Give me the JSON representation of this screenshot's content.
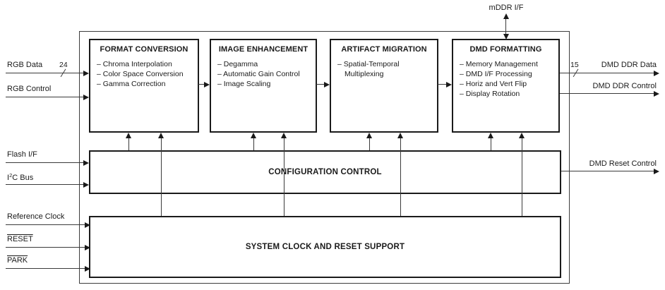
{
  "blocks": {
    "format_conversion": {
      "title": "FORMAT CONVERSION",
      "items": [
        "– Chroma Interpolation",
        "– Color Space Conversion",
        "– Gamma Correction"
      ]
    },
    "image_enhancement": {
      "title": "IMAGE ENHANCEMENT",
      "items": [
        "– Degamma",
        "– Automatic Gain Control",
        "– Image Scaling"
      ]
    },
    "artifact_migration": {
      "title": "ARTIFACT MIGRATION",
      "items": [
        "– Spatial-Temporal Multiplexing"
      ]
    },
    "dmd_formatting": {
      "title": "DMD FORMATTING",
      "items": [
        "– Memory Management",
        "– DMD I/F Processing",
        "– Horiz and Vert Flip",
        "– Display Rotation"
      ]
    },
    "configuration_control": {
      "title": "CONFIGURATION CONTROL"
    },
    "system_clock_reset": {
      "title": "SYSTEM CLOCK AND RESET SUPPORT"
    }
  },
  "signals": {
    "rgb_data": {
      "label": "RGB Data",
      "bus_width": "24"
    },
    "rgb_control": {
      "label": "RGB Control"
    },
    "flash_if": {
      "label": "Flash I/F"
    },
    "i2c_bus": {
      "base": "I",
      "sup": "2",
      "rest": "C Bus"
    },
    "reference_clock": {
      "label": "Reference Clock"
    },
    "reset": {
      "label": "RESET"
    },
    "park": {
      "label": "PARK"
    },
    "mddr_if": {
      "label": "mDDR I/F"
    },
    "dmd_ddr_data": {
      "label": "DMD DDR Data",
      "bus_width": "15"
    },
    "dmd_ddr_control": {
      "label": "DMD DDR Control"
    },
    "dmd_reset_control": {
      "label": "DMD Reset Control"
    }
  },
  "colors": {
    "ink": "#1a1a1a",
    "line": "#3a3a3a",
    "background": "#ffffff"
  }
}
